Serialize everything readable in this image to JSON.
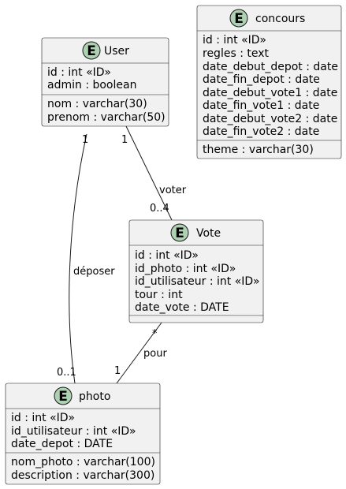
{
  "entities": {
    "user": {
      "badge": "E",
      "name": "User",
      "keys": [
        "id : int «ID»",
        "admin : boolean"
      ],
      "fields": [
        "nom : varchar(30)",
        "prenom : varchar(50)"
      ]
    },
    "concours": {
      "badge": "E",
      "name": "concours",
      "keys": [
        "id : int «ID»",
        "regles : text",
        "date_debut_depot : date",
        "date_fin_depot : date",
        "date_debut_vote1 : date",
        "date_fin_vote1 : date",
        "date_debut_vote2 : date",
        "date_fin_vote2 : date"
      ],
      "fields": [
        "theme : varchar(30)"
      ]
    },
    "vote": {
      "badge": "E",
      "name": "Vote",
      "keys": [
        "id : int «ID»",
        "id_photo : int «ID»",
        "id_utilisateur : int «ID»",
        "tour : int",
        "date_vote : DATE"
      ],
      "fields": []
    },
    "photo": {
      "badge": "E",
      "name": "photo",
      "keys": [
        "id : int «ID»",
        "id_utilisateur : int «ID»",
        "date_depot : DATE"
      ],
      "fields": [
        "nom_photo : varchar(100)",
        "description : varchar(300)"
      ]
    }
  },
  "relations": {
    "deposer": {
      "label": "déposer",
      "from_mult": "1",
      "to_mult": "0..1"
    },
    "voter": {
      "label": "voter",
      "from_mult": "1",
      "to_mult": "0..4"
    },
    "pour": {
      "label": "pour",
      "from_mult": "*",
      "to_mult": "1"
    }
  },
  "colors": {
    "badge": "#add1b2",
    "box": "#f1f1f1",
    "line": "#181818"
  }
}
